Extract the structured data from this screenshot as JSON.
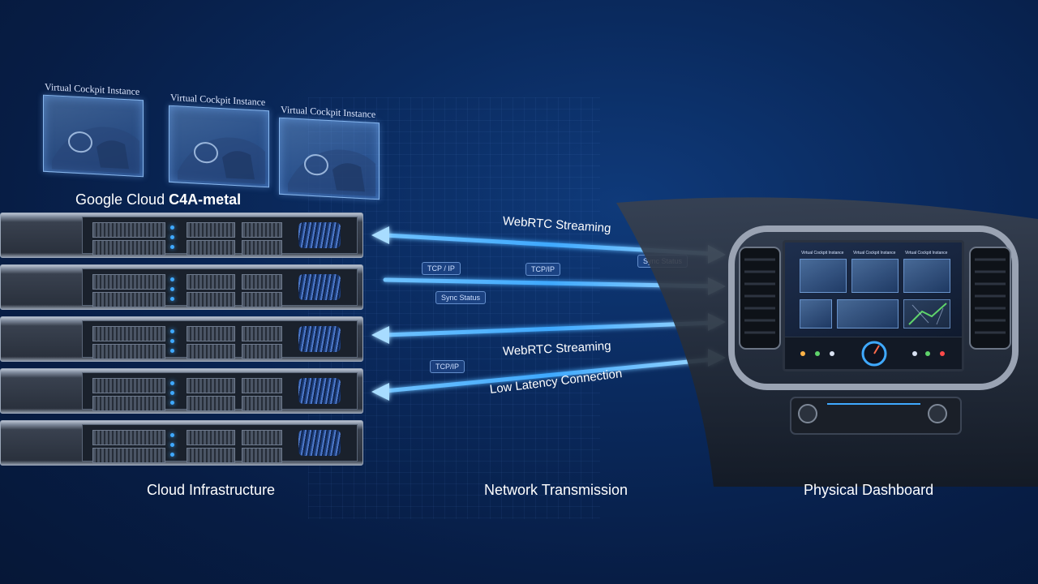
{
  "cloud": {
    "instances": [
      {
        "label": "Virtual Cockpit Instance"
      },
      {
        "label": "Virtual Cockpit Instance"
      },
      {
        "label": "Virtual Cockpit Instance"
      }
    ],
    "title_prefix": "Google Cloud ",
    "title_bold": "C4A-metal"
  },
  "network": {
    "labels": {
      "webrtc_top": "WebRTC Streaming",
      "webrtc_mid": "WebRTC Streaming",
      "latency": "Low Latency Connection"
    },
    "chips": {
      "tcp1": "TCP / IP",
      "tcp2": "TCP/IP",
      "sync1": "Sync Status",
      "sync2": "Sync Status",
      "tcp3": "TCP/IP"
    }
  },
  "dashboard": {
    "screen_captions": [
      "Virtual Cockpit Instance",
      "Virtual Cockpit Instance",
      "Virtual Cockpit Instance"
    ]
  },
  "sections": {
    "cloud": "Cloud Infrastructure",
    "network": "Network Transmission",
    "dashboard": "Physical Dashboard"
  },
  "colors": {
    "background": "#0a2a5e",
    "stream_glow": "#3fa9ff",
    "led": "#3fa9ff"
  }
}
